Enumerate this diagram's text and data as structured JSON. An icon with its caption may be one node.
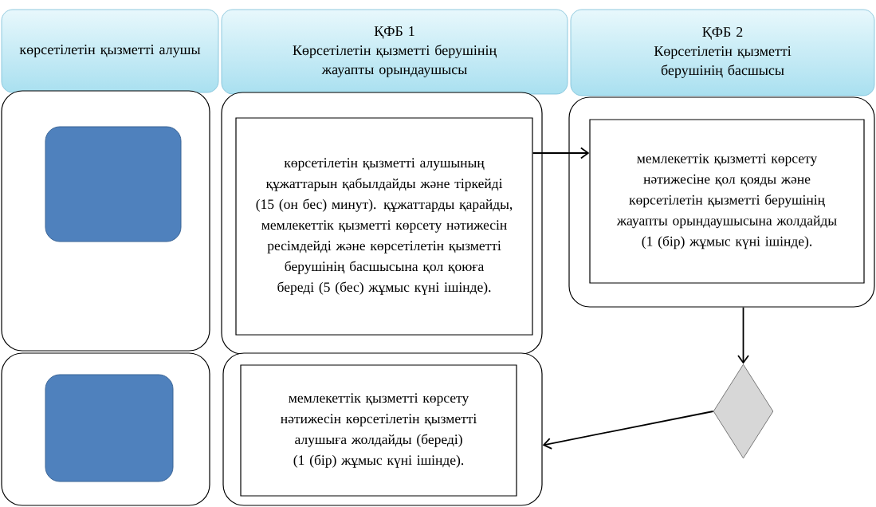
{
  "diagram": {
    "nodes": [
      {
        "text": [
          "көрсетілетін қызметті алушы"
        ]
      },
      {
        "text": [
          "ҚФБ 1",
          "Көрсетілетін қызметті берушінің жауапты орындаушысы"
        ]
      },
      {
        "text": [
          "ҚФБ 2",
          "Көрсетілетін қызметті берушінің басшысы"
        ]
      },
      {
        "text": [],
        "shape": "box"
      },
      {
        "text": [],
        "shape": "square",
        "in": 3
      },
      {
        "text": [],
        "shape": "box"
      },
      {
        "text": [
          "көрсетілетін қызметті алушының құжаттарын қабылдайды және тіркейді (15 (он бес) минут). құжаттарды қарайды, мемлекеттік қызметті көрсету нәтижесін ресімдейді және көрсетілетін қызметті берушінің басшысына қол қоюға береді (5 (бес) жұмыс күні ішінде)."
        ],
        "in": 5
      },
      {
        "text": [],
        "shape": "box"
      },
      {
        "text": [
          "мемлекеттік қызметті көрсету нәтижесіне қол қояды және көрсетілетін қызметті берушінің жауапты орындаушысына жолдайды (1 (бір) жұмыс күні ішінде)."
        ],
        "in": 7
      },
      {
        "text": [],
        "shape": "diamond"
      },
      {
        "text": [],
        "shape": "box"
      },
      {
        "text": [],
        "shape": "square",
        "in": 10
      },
      {
        "text": [],
        "shape": "box"
      },
      {
        "text": [
          "мемлекеттік қызметті көрсету нәтижесін көрсетілетін қызметті алушыға жолдайды (береді) (1 (бір) жұмыс күні ішінде)."
        ],
        "in": 12
      }
    ],
    "edges": [
      {
        "from": 6,
        "to": 8,
        "arrow": "to"
      },
      {
        "from": 7,
        "to": 9,
        "arrow": "to"
      },
      {
        "from": 9,
        "to": 12,
        "arrow": "to"
      }
    ]
  }
}
